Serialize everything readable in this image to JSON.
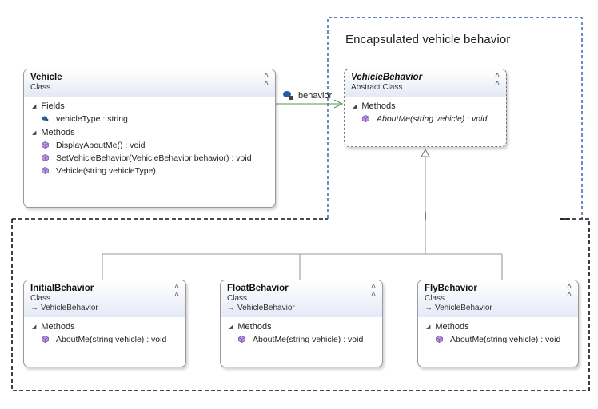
{
  "region_title": "Encapsulated vehicle behavior",
  "association": {
    "label": "behavior"
  },
  "classes": {
    "vehicle": {
      "name": "Vehicle",
      "stereotype": "Class",
      "fields_label": "Fields",
      "fields": [
        "vehicleType : string"
      ],
      "methods_label": "Methods",
      "methods": [
        "DisplayAboutMe() : void",
        "SetVehicleBehavior(VehicleBehavior behavior) : void",
        "Vehicle(string vehicleType)"
      ]
    },
    "vehicle_behavior": {
      "name": "VehicleBehavior",
      "stereotype": "Abstract Class",
      "methods_label": "Methods",
      "methods": [
        "AboutMe(string vehicle) : void"
      ]
    },
    "initial_behavior": {
      "name": "InitialBehavior",
      "stereotype": "Class",
      "base": "VehicleBehavior",
      "methods_label": "Methods",
      "methods": [
        "AboutMe(string vehicle) : void"
      ]
    },
    "float_behavior": {
      "name": "FloatBehavior",
      "stereotype": "Class",
      "base": "VehicleBehavior",
      "methods_label": "Methods",
      "methods": [
        "AboutMe(string vehicle) : void"
      ]
    },
    "fly_behavior": {
      "name": "FlyBehavior",
      "stereotype": "Class",
      "base": "VehicleBehavior",
      "methods_label": "Methods",
      "methods": [
        "AboutMe(string vehicle) : void"
      ]
    }
  },
  "colors": {
    "association_line": "#4c9a5a",
    "inheritance_line": "#9a9a9a",
    "region_border": "#2f5aa8",
    "lower_region_border": "#111111",
    "method_icon": "#8a5fb8",
    "field_icon": "#1f5fa8"
  },
  "icons": {
    "collapse": "double-chevron-up-icon",
    "method": "method-cube-icon",
    "field": "field-icon",
    "inherits": "inheritance-arrow-icon"
  }
}
